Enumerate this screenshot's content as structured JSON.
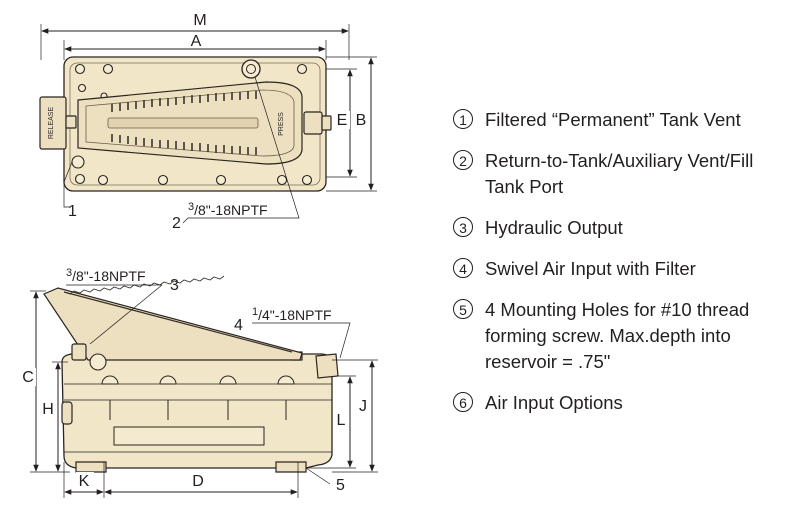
{
  "top_view": {
    "dim_m": "M",
    "dim_a": "A",
    "dim_e": "E",
    "dim_b": "B",
    "callout_1": "1",
    "callout_2": "2",
    "port_num": "3",
    "port_rest": "/8\"-18NPTF",
    "release_label": "RELEASE",
    "press_label": "PRESS"
  },
  "side_view": {
    "port_num": "3",
    "port_rest": "/8\"-18NPTF",
    "callout_3": "3",
    "callout_4": "4",
    "air_num": "1",
    "air_rest": "/4\"-18NPTF",
    "dim_c": "C",
    "dim_h": "H",
    "dim_l": "L",
    "dim_j": "J",
    "dim_k": "K",
    "dim_d": "D",
    "callout_5": "5"
  },
  "legend": [
    {
      "num": "1",
      "text": "Filtered “Permanent” Tank Vent"
    },
    {
      "num": "2",
      "text": "Return-to-Tank/Auxiliary Vent/Fill Tank Port"
    },
    {
      "num": "3",
      "text": "Hydraulic Output"
    },
    {
      "num": "4",
      "text": "Swivel Air Input with Filter"
    },
    {
      "num": "5",
      "text": "4 Mounting Holes for #10 thread forming screw. Max.depth into reservoir = .75\""
    },
    {
      "num": "6",
      "text": "Air Input Options"
    }
  ]
}
